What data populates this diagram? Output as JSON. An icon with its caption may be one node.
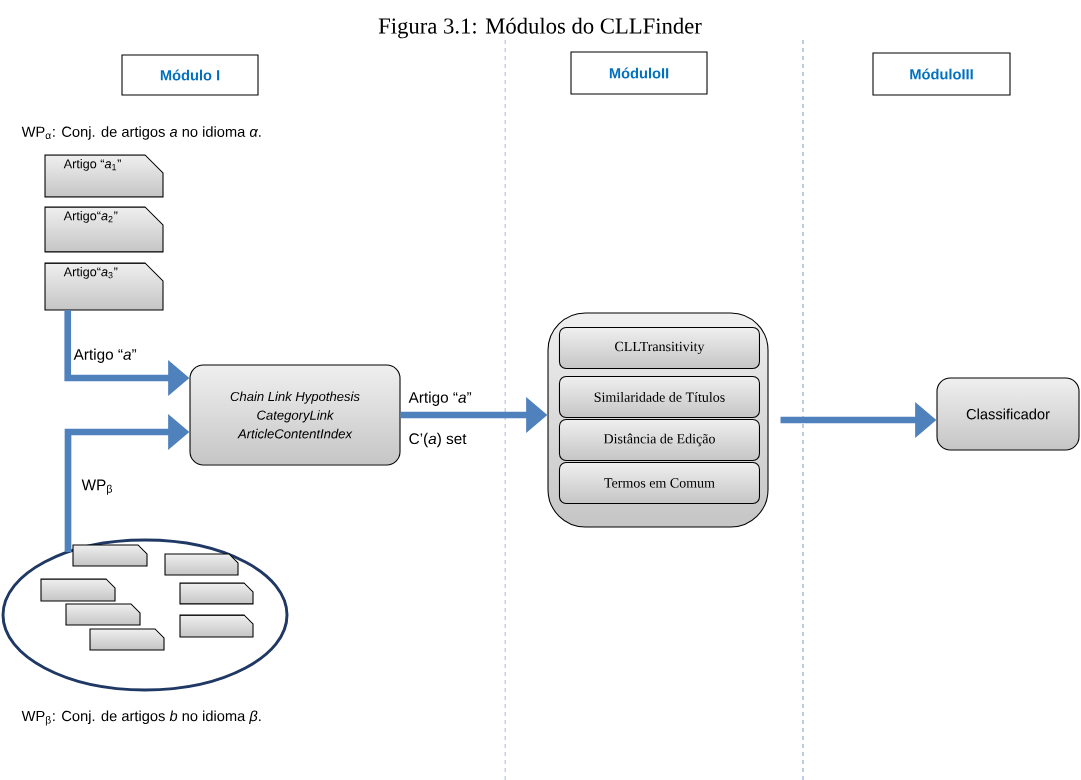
{
  "diagram": {
    "title": "Figura 3.1: Módulos do CLLFinder",
    "nodes": [
      {
        "text": [
          "Módulo I"
        ]
      },
      {
        "text": [
          "MóduloII"
        ]
      },
      {
        "text": [
          "MóduloIII"
        ]
      },
      {
        "text": [
          "Artigo “*a*$_{1}$”"
        ]
      },
      {
        "text": [
          "Artigo“*a*$_{2}$”"
        ]
      },
      {
        "text": [
          "Artigo“*a*$_{3}$”"
        ]
      },
      {
        "text": [
          "Chain Link Hypothesis",
          "CategoryLink",
          "ArticleContentIndex"
        ]
      },
      {
        "text": [],
        "shape": "box"
      },
      {
        "text": [
          "CLLTransitivity"
        ],
        "in": 7
      },
      {
        "text": [
          "Similaridade de Títulos"
        ],
        "in": 7
      },
      {
        "text": [
          "Distância de Edição"
        ],
        "in": 7
      },
      {
        "text": [
          "Termos em Comum"
        ],
        "in": 7
      },
      {
        "text": [
          "Classificador"
        ]
      },
      {
        "text": [],
        "shape": "ellipse"
      },
      {
        "text": [],
        "shape": "document",
        "in": 13
      },
      {
        "text": [],
        "shape": "document",
        "in": 13
      },
      {
        "text": [],
        "shape": "document",
        "in": 13
      },
      {
        "text": [],
        "shape": "document",
        "in": 13
      },
      {
        "text": [],
        "shape": "document",
        "in": 13
      },
      {
        "text": [],
        "shape": "document",
        "in": 13
      },
      {
        "text": [],
        "shape": "document",
        "in": 13
      }
    ],
    "edges": [
      {
        "from": 5,
        "to": 6,
        "arrow": "to",
        "label": "Artigo “*a*”"
      },
      {
        "from": 13,
        "to": 6,
        "arrow": "to",
        "label": "WP$_{β}$"
      },
      {
        "from": 6,
        "to": 7,
        "arrow": "to",
        "label": "Artigo “*a*”"
      },
      {
        "from": 7,
        "to": 12,
        "arrow": "to"
      }
    ],
    "labels": [
      "WP$_{α}$: Conj. de artigos *a* no idioma *α*.",
      "C’(*a*) set",
      "WP$_{β}$: Conj. de artigos *b* no idioma *β*."
    ]
  }
}
